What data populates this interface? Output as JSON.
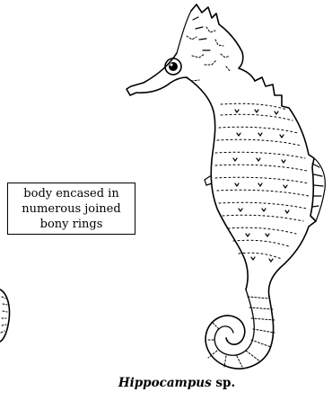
{
  "label": {
    "lines": [
      "body encased in",
      "numerous joined",
      "bony rings"
    ]
  },
  "caption": {
    "genus": "Hippocampus",
    "rest": " sp."
  },
  "colors": {
    "ink": "#000000",
    "background": "#ffffff"
  }
}
